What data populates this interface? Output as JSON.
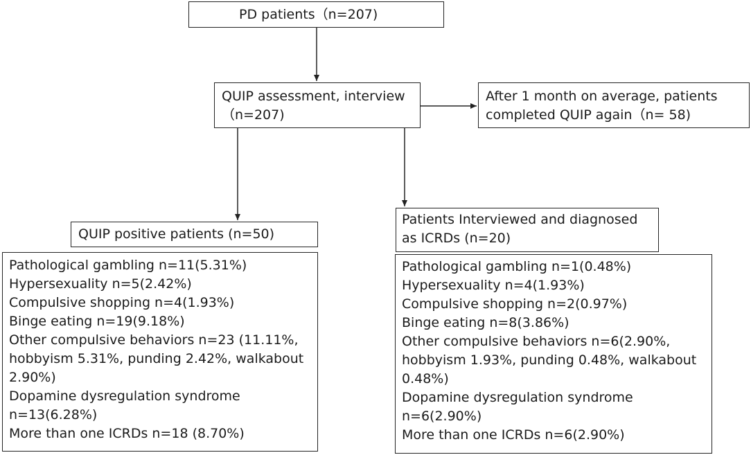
{
  "nodes": {
    "start": {
      "lines": [
        "PD patients（n=207)"
      ]
    },
    "assessment": {
      "lines": [
        "QUIP assessment, interview",
        "（n=207)"
      ]
    },
    "followup": {
      "lines": [
        "After 1 month on average,  patients",
        "completed QUIP again（n= 58)"
      ]
    },
    "quip_positive": {
      "lines": [
        "QUIP positive patients (n=50)"
      ]
    },
    "interviewed": {
      "lines": [
        "Patients Interviewed and diagnosed",
        "as ICRDs (n=20)"
      ]
    },
    "quip_details": {
      "lines": [
        "Pathological gambling n=11(5.31%)",
        "Hypersexuality n=5(2.42%)",
        "Compulsive shopping n=4(1.93%)",
        "Binge eating n=19(9.18%)",
        "Other compulsive behaviors n=23 (11.11%,",
        "hobbyism 5.31%, punding 2.42%, walkabout",
        "2.90%)",
        "Dopamine dysregulation syndrome",
        "n=13(6.28%)",
        "More than one ICRDs n=18 (8.70%)"
      ]
    },
    "interview_details": {
      "lines": [
        "Pathological gambling n=1(0.48%)",
        "Hypersexuality n=4(1.93%)",
        "Compulsive shopping n=2(0.97%)",
        "Binge eating n=8(3.86%)",
        "Other compulsive behaviors n=6(2.90%,",
        "hobbyism 1.93%, punding 0.48%, walkabout",
        "0.48%)",
        "Dopamine dysregulation syndrome",
        "n=6(2.90%)",
        "More than one ICRDs n=6(2.90%)"
      ]
    }
  }
}
